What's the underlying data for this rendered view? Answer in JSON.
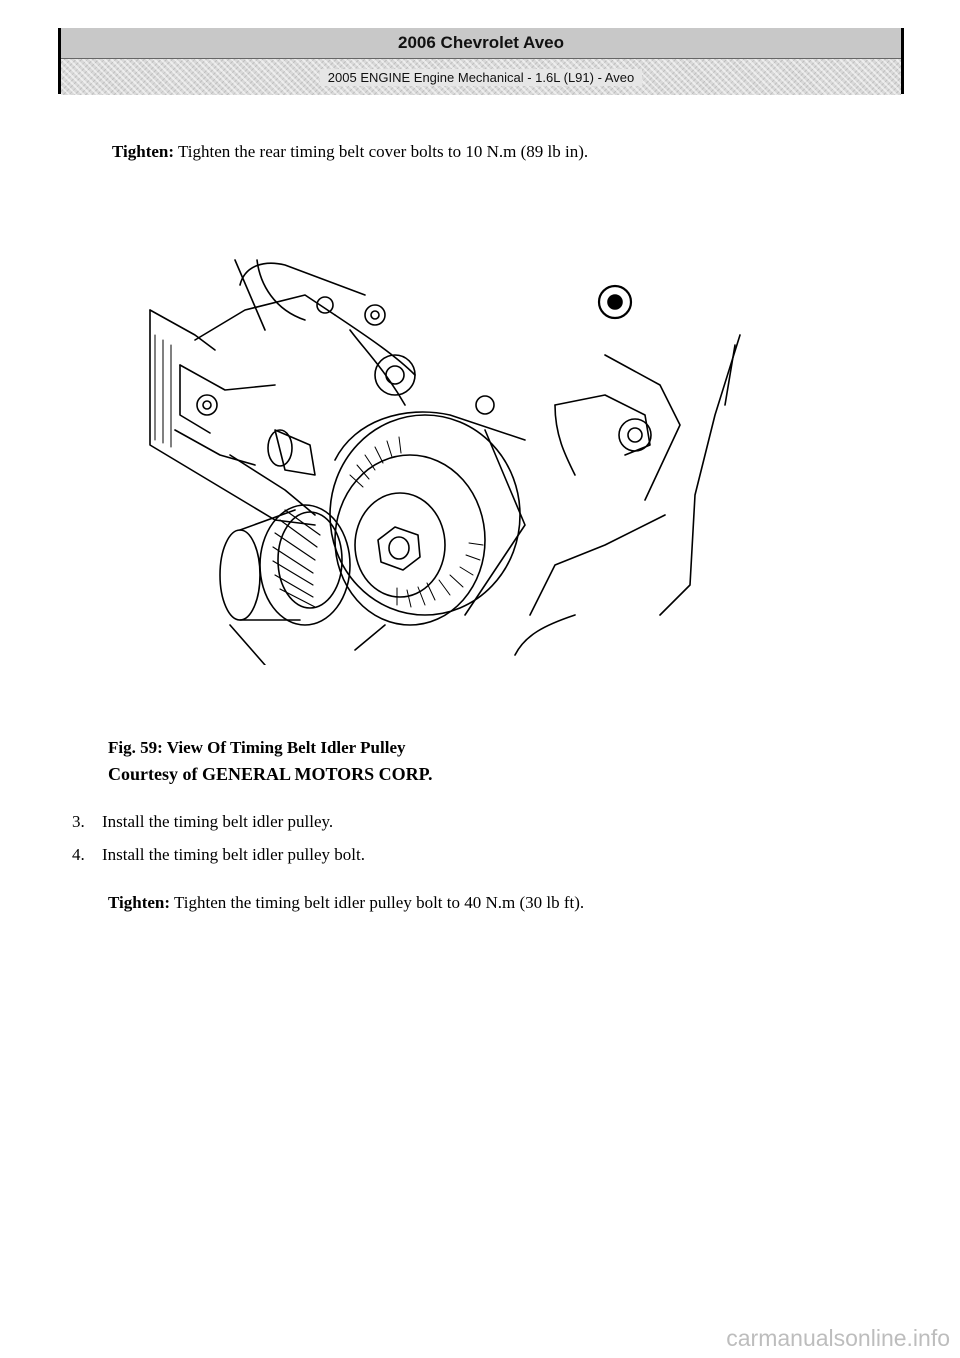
{
  "header": {
    "title": "2006 Chevrolet Aveo",
    "subtitle": "2005 ENGINE Engine Mechanical - 1.6L (L91) - Aveo"
  },
  "tighten1": {
    "label": "Tighten:",
    "text": " Tighten the rear timing belt cover bolts to 10 N.m (89 lb in)."
  },
  "figure": {
    "caption": "Fig. 59: View Of Timing Belt Idler Pulley",
    "courtesy": "Courtesy of GENERAL MOTORS CORP."
  },
  "steps": [
    {
      "num": "3.",
      "text": "Install the timing belt idler pulley."
    },
    {
      "num": "4.",
      "text": "Install the timing belt idler pulley bolt."
    }
  ],
  "tighten2": {
    "label": "Tighten:",
    "text": " Tighten the timing belt idler pulley bolt to 40 N.m (30 lb ft)."
  },
  "watermark": "carmanualsonline.info"
}
